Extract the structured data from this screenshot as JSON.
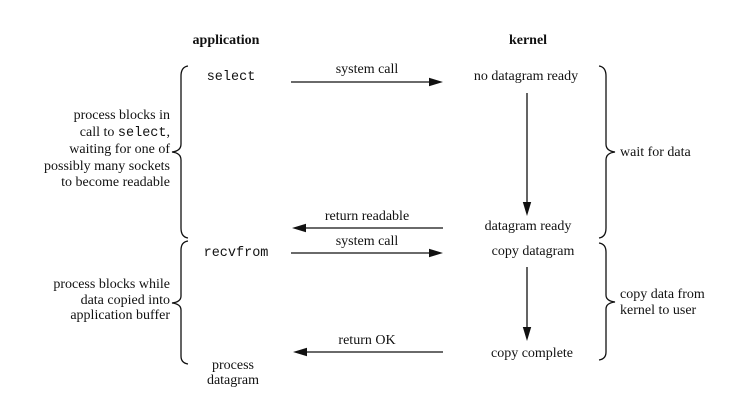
{
  "diagram": {
    "title_application": "application",
    "title_kernel": "kernel",
    "app": {
      "select": "select",
      "recvfrom": "recvfrom",
      "process_line1": "process",
      "process_line2": "datagram"
    },
    "kernel": {
      "no_datagram_ready": "no datagram ready",
      "datagram_ready": "datagram ready",
      "copy_datagram": "copy datagram",
      "copy_complete": "copy complete"
    },
    "arrows": {
      "system_call_1": "system call",
      "return_readable": "return readable",
      "system_call_2": "system call",
      "return_ok": "return OK"
    },
    "annotations": {
      "select_block": {
        "line1": "process blocks in",
        "line2_pre": "call to ",
        "line2_code": "select",
        "line2_post": ",",
        "line3": "waiting for one of",
        "line4": "possibly many sockets",
        "line5": "to become readable"
      },
      "recvfrom_block": {
        "line1": "process blocks while",
        "line2": "data copied into",
        "line3": "application buffer"
      },
      "wait_for_data": "wait for data",
      "copy_data": {
        "line1": "copy data from",
        "line2": "kernel to user"
      }
    },
    "colors": {
      "ink": "#111111",
      "background": "#ffffff"
    }
  }
}
